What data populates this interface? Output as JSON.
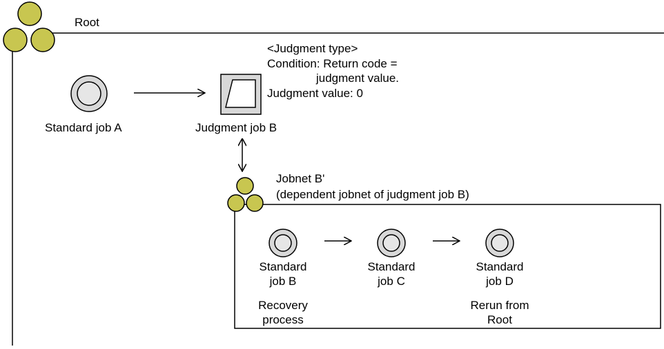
{
  "root": {
    "label": "Root"
  },
  "standard_job_a": {
    "label": "Standard job A"
  },
  "judgment_job_b": {
    "label": "Judgment job B"
  },
  "judgment_info": {
    "line1": "<Judgment type>",
    "line2": "Condition: Return code =",
    "line3": "judgment value.",
    "line4": "Judgment value: 0"
  },
  "jobnet_b_prime": {
    "label": "Jobnet B'",
    "description": "(dependent jobnet of judgment job B)"
  },
  "standard_job_b": {
    "label_line1": "Standard",
    "label_line2": "job B",
    "note_line1": "Recovery",
    "note_line2": "process"
  },
  "standard_job_c": {
    "label_line1": "Standard",
    "label_line2": "job C"
  },
  "standard_job_d": {
    "label_line1": "Standard",
    "label_line2": "job D",
    "note_line1": "Rerun from",
    "note_line2": "Root"
  },
  "colors": {
    "jobnet_icon": "#c8c650",
    "job_icon_fill": "#d8d8d8",
    "judgment_fill": "#d8d8d8",
    "line": "#000000"
  }
}
